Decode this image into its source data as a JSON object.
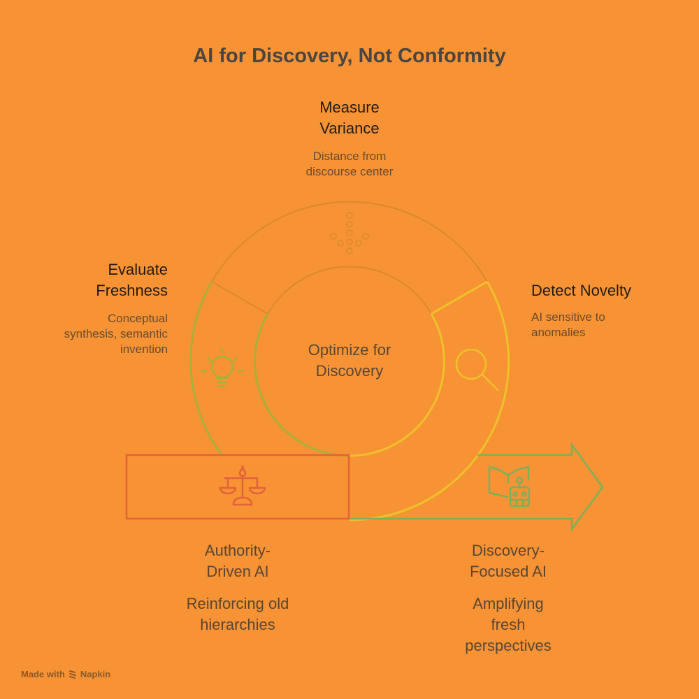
{
  "title": "AI for Discovery, Not Conformity",
  "center": {
    "label_line1": "Optimize for",
    "label_line2": "Discovery"
  },
  "segments": [
    {
      "id": "measure-variance",
      "title_line1": "Measure",
      "title_line2": "Variance",
      "desc_line1": "Distance from",
      "desc_line2": "discourse center",
      "icon": "dotted-arrow-down-icon",
      "color": "#D98A2E"
    },
    {
      "id": "evaluate-freshness",
      "title_line1": "Evaluate",
      "title_line2": "Freshness",
      "desc_line1": "Conceptual",
      "desc_line2": "synthesis, semantic",
      "desc_line3": "invention",
      "icon": "lightbulb-icon",
      "color": "#A8B03A"
    },
    {
      "id": "detect-novelty",
      "title_line1": "Detect Novelty",
      "desc_line1": "AI sensitive to",
      "desc_line2": "anomalies",
      "icon": "magnifier-icon",
      "color": "#EDC22A"
    }
  ],
  "start": {
    "title_line1": "Authority-",
    "title_line2": "Driven AI",
    "desc_line1": "Reinforcing old",
    "desc_line2": "hierarchies",
    "icon": "scales-icon",
    "color": "#E3623A"
  },
  "end": {
    "title_line1": "Discovery-",
    "title_line2": "Focused AI",
    "desc_line1": "Amplifying",
    "desc_line2": "fresh",
    "desc_line3": "perspectives",
    "icon": "book-robot-icon",
    "color": "#7BB05A"
  },
  "footer": {
    "made_with": "Made with",
    "brand": "Napkin"
  }
}
